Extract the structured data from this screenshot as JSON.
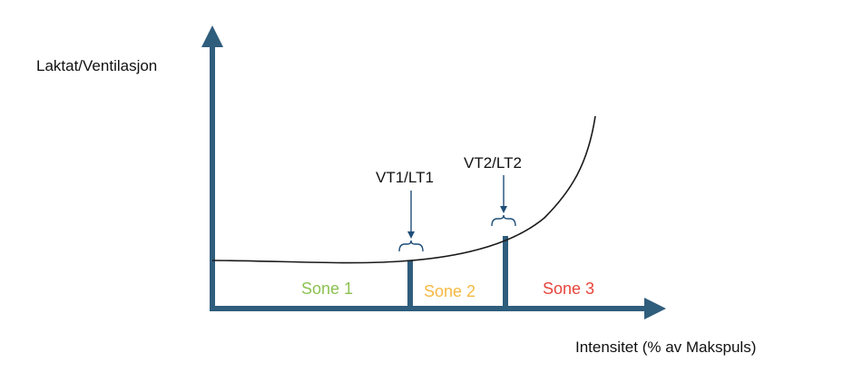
{
  "diagram": {
    "y_axis_label": "Laktat/Ventilasjon",
    "x_axis_label": "Intensitet (% av Makspuls)",
    "thresholds": [
      {
        "label": "VT1/LT1"
      },
      {
        "label": "VT2/LT2"
      }
    ],
    "zones": [
      {
        "label": "Sone 1",
        "color": "#8cc152"
      },
      {
        "label": "Sone 2",
        "color": "#f5b942"
      },
      {
        "label": "Sone 3",
        "color": "#e8453c"
      }
    ],
    "colors": {
      "axis": "#2f5d7c",
      "curve": "#1a1a1a",
      "text": "#111111"
    }
  }
}
